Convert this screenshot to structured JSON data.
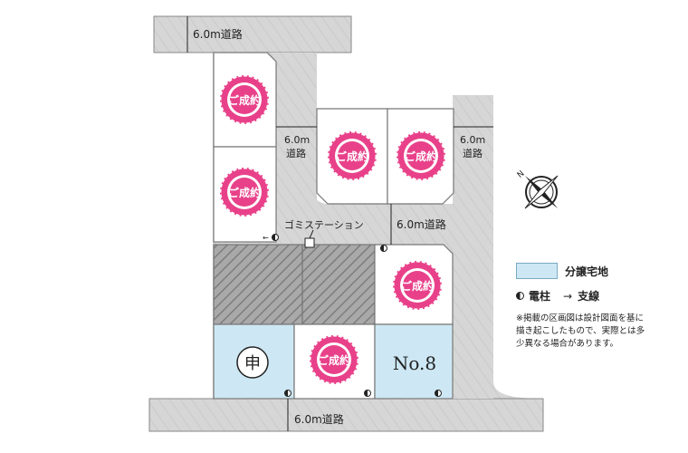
{
  "roads": {
    "top": "6.0m道路",
    "left_mid": "6.0m\n道路",
    "right": "6.0m\n道路",
    "center": "6.0m道路",
    "bottom": "6.0m道路"
  },
  "garbage_station": "ゴミステーション",
  "sold_badge": "ご成約",
  "lots": {
    "applied_mark": "申",
    "no8_label": "No.8"
  },
  "legend": {
    "sale_label": "分譲宅地",
    "pole_label": "電柱",
    "branch_label": "支線",
    "branch_arrow": "→",
    "note": "※掲載の区画図は設計図面を基に描き起こしたもので、実際とは多少異なる場合があります。"
  },
  "colors": {
    "road": "#d9d9d9",
    "sale": "#cde8f4",
    "sold_badge": "#e8418a",
    "hatched": "#9a9a9a"
  }
}
